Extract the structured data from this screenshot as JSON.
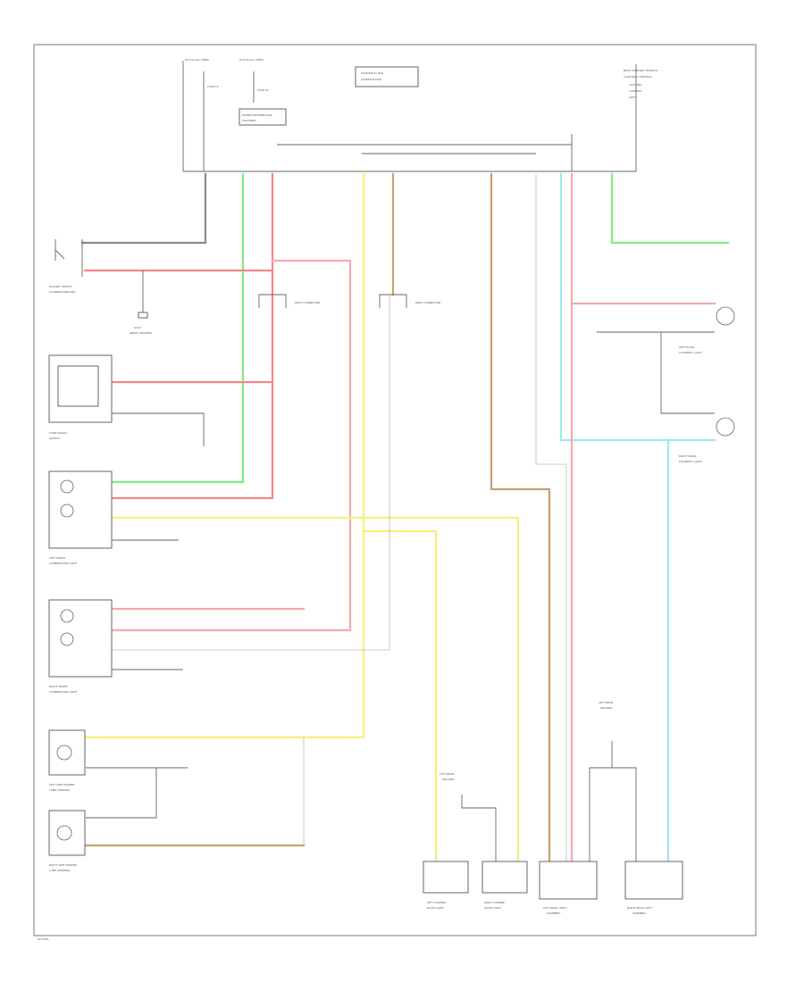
{
  "colors": {
    "green": "#7ef07e",
    "red": "#f2878b",
    "pink": "#f5a9ad",
    "yellow": "#f4f07c",
    "tan": "#c9a070",
    "cyan": "#9fe8ec",
    "gray": "#8a8a8a",
    "light": "#d8d8d8"
  },
  "labels": {
    "hot_left": "HOT IN ALL TIMES",
    "hot_right": "HOT IN ALL TIMES",
    "fuse_a": "FUSE 15",
    "fuse_b": "FUSE 20",
    "fuse_block": "FUSE/RELAY BOX",
    "fuse_block_2": "(UNDER-HOOD)",
    "ground_ref": "POWER DISTRIBUTION",
    "ground_ref2": "(GROUND)",
    "body_ctrl": "BODY CONTROL MODULE",
    "body_ctrl_2": "(LIGHTING CONTROL)",
    "body_ctrl_3": "LIGHTING",
    "body_ctrl_4": "CONTROL",
    "body_ctrl_5": "UNIT",
    "hazard_switch": "HAZARD SWITCH",
    "hazard_switch_2": "(COMBINATION SW)",
    "ground_g1": "G101",
    "ground_g1_2": "(BODY GROUND)",
    "joint_a": "JOINT CONNECTOR",
    "joint_b": "JOINT CONNECTOR",
    "turn_switch": "TURN SIGNAL",
    "turn_switch_2": "SWITCH",
    "left_front_light": "LEFT FRONT",
    "left_front_light_2": "COMBINATION LIGHT",
    "right_front_light": "RIGHT FRONT",
    "right_front_light_2": "COMBINATION LIGHT",
    "left_side_marker": "LEFT SIDE MARKER",
    "left_side_marker_2": "LAMP (MIRROR)",
    "right_side_marker": "RIGHT SIDE MARKER",
    "right_side_marker_2": "LAMP (MIRROR)",
    "left_door_lamp": "LEFT DOOR",
    "left_door_lamp_2": "COURTESY LIGHT",
    "right_door_lamp": "RIGHT DOOR",
    "right_door_lamp_2": "COURTESY LIGHT",
    "left_license": "LEFT LICENSE",
    "left_license_2": "PLATE LIGHT",
    "right_license": "RIGHT LICENSE",
    "right_license_2": "PLATE LIGHT",
    "left_rear": "LEFT REAR LIGHT",
    "left_rear_2": "ASSEMBLY",
    "right_rear": "RIGHT REAR LIGHT",
    "right_rear_2": "ASSEMBLY",
    "license_ground": "LEFT REAR",
    "license_ground_2": "GROUND",
    "rear_ground": "LEFT REAR",
    "rear_ground_2": "GROUND",
    "footer": "W70054"
  }
}
